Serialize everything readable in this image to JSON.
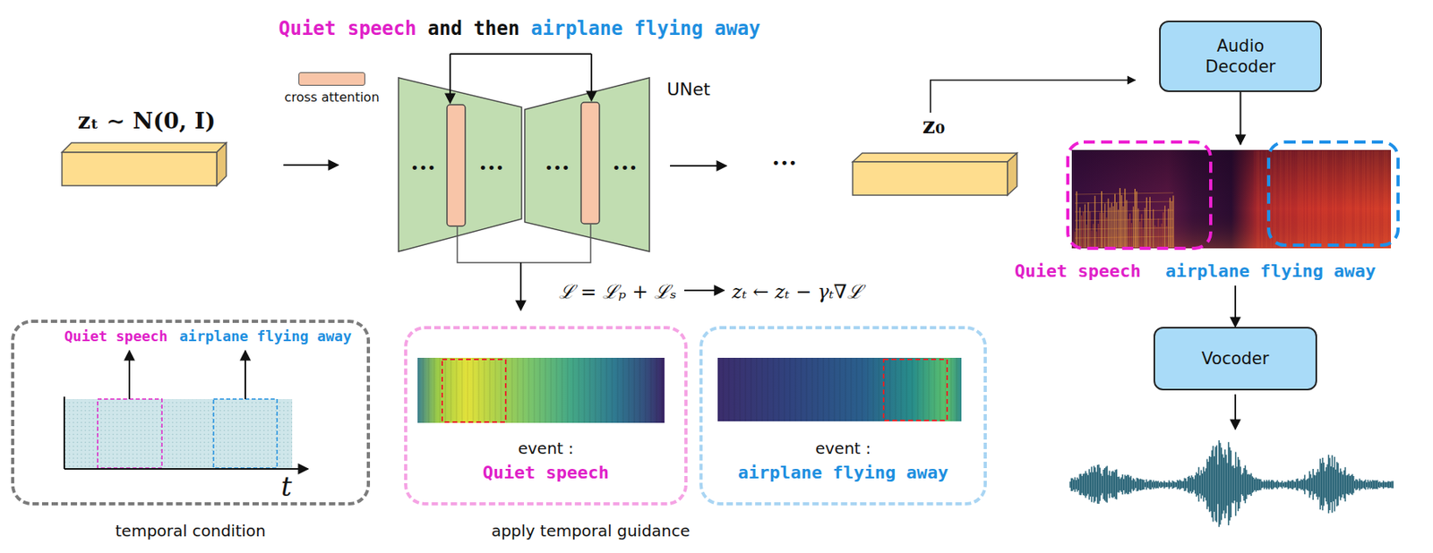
{
  "diagram": {
    "nodes": [
      {
        "text": [
          "Quiet speech",
          "airplane flying away",
          "t",
          "temporal condition"
        ]
      },
      {
        "text": [
          "event :",
          "Quiet speech"
        ]
      },
      {
        "text": [
          "event :",
          "airplane flying away"
        ]
      },
      {
        "text": [
          "Audio Decoder"
        ]
      },
      {
        "text": [
          "Quiet speech",
          "airplane flying away"
        ]
      },
      {
        "text": [
          "Vocoder"
        ]
      }
    ],
    "edges": [
      {
        "from": 3,
        "to": 4,
        "arrow": "to"
      },
      {
        "from": 4,
        "to": 5,
        "arrow": "to"
      }
    ],
    "labels": [
      "Quiet speech",
      "and then",
      "airplane flying away",
      "UNet",
      "zₜ ∼ N(0, I)",
      "z₀",
      "•••",
      "•••",
      "•••",
      "•••",
      "•••",
      "ℒ = ℒₚ + ℒₛ",
      "zₜ ← zₜ − γₜ∇ℒ",
      "apply temporal guidance"
    ],
    "legend": [
      {
        "text": "cross attention",
        "color": "#f8c5a8"
      }
    ]
  }
}
